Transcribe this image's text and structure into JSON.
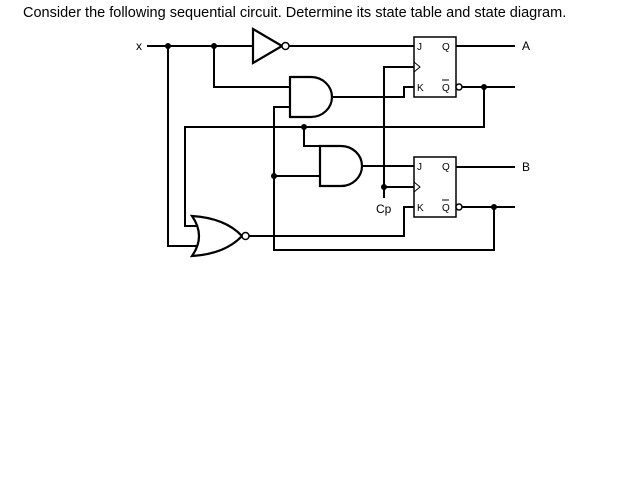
{
  "question": "Consider the following sequential circuit. Determine its state table and state diagram.",
  "labels": {
    "input_x": "x",
    "output_a": "A",
    "output_b": "B",
    "clock": "Cp"
  },
  "flipflop_a": {
    "j": "J",
    "k": "K",
    "q": "Q",
    "q_bar": "Q"
  },
  "flipflop_b": {
    "j": "J",
    "k": "K",
    "q": "Q",
    "q_bar": "Q"
  }
}
